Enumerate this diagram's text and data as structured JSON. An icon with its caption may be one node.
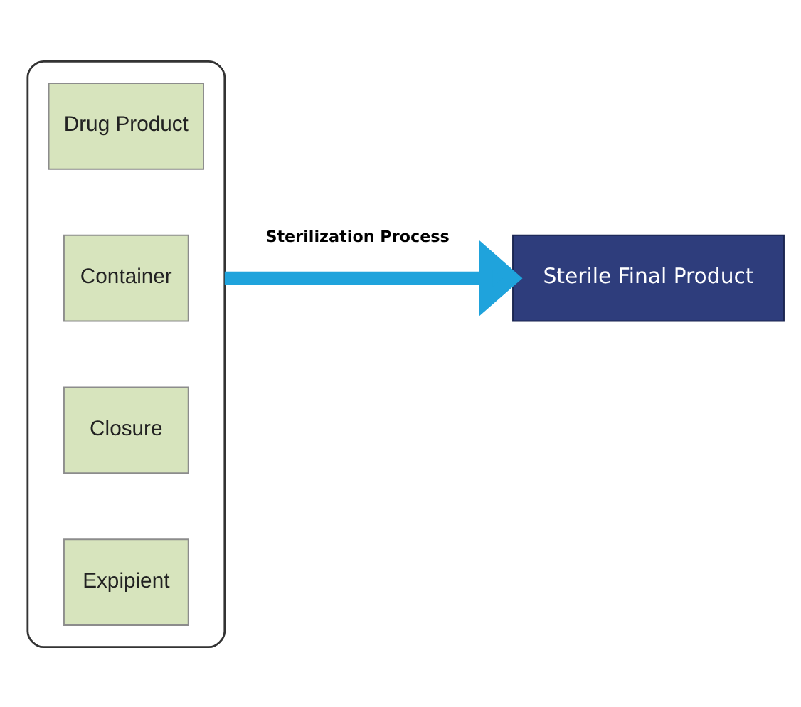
{
  "diagram": {
    "nodes": [
      {
        "text": [],
        "shape": "box"
      },
      {
        "text": [
          "Drug Product"
        ],
        "in": 0
      },
      {
        "text": [
          "Container"
        ],
        "in": 0
      },
      {
        "text": [
          "Closure"
        ],
        "in": 0
      },
      {
        "text": [
          "Expipient"
        ],
        "in": 0
      },
      {
        "text": [
          "Sterile Final Product"
        ]
      }
    ],
    "edges": [
      {
        "from": 0,
        "to": 5,
        "arrow": "to",
        "label": "Sterilization Process",
        "color": "#1fa3dc"
      }
    ]
  }
}
